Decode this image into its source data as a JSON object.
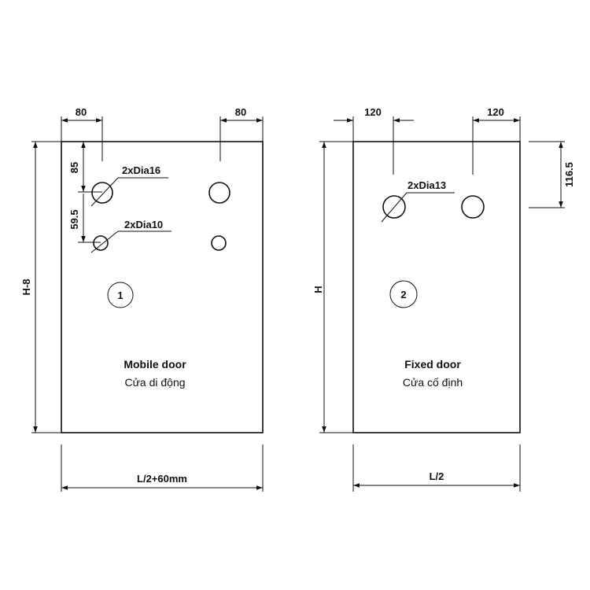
{
  "panels": {
    "mobile": {
      "dim_top_left": "80",
      "dim_top_right": "80",
      "dim_85": "85",
      "dim_59_5": "59.5",
      "hole_large_label": "2xDia16",
      "hole_small_label": "2xDia10",
      "height_label": "H-8",
      "width_label": "L/2+60mm",
      "number": "1",
      "title_en": "Mobile door",
      "title_vi": "Cửa di động"
    },
    "fixed": {
      "dim_top_left": "120",
      "dim_top_right": "120",
      "dim_side": "116.5",
      "hole_label": "2xDia13",
      "height_label": "H",
      "width_label": "L/2",
      "number": "2",
      "title_en": "Fixed door",
      "title_vi": "Cửa cố định"
    }
  }
}
